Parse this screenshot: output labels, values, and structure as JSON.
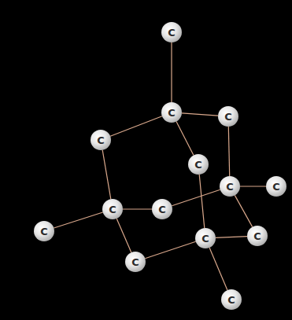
{
  "diagram": {
    "nodes": [
      {
        "text": [
          "C"
        ]
      },
      {
        "text": [
          "C"
        ]
      },
      {
        "text": [
          "C"
        ]
      },
      {
        "text": [
          "C"
        ]
      },
      {
        "text": [
          "C"
        ]
      },
      {
        "text": [
          "C"
        ]
      },
      {
        "text": [
          "C"
        ]
      },
      {
        "text": [
          "C"
        ]
      },
      {
        "text": [
          "C"
        ]
      },
      {
        "text": [
          "C"
        ]
      },
      {
        "text": [
          "C"
        ]
      },
      {
        "text": [
          "C"
        ]
      },
      {
        "text": [
          "C"
        ]
      },
      {
        "text": [
          "C"
        ]
      }
    ],
    "edges": [
      {
        "from": 0,
        "to": 1,
        "arrow": "none"
      },
      {
        "from": 1,
        "to": 2,
        "arrow": "none"
      },
      {
        "from": 1,
        "to": 3,
        "arrow": "none"
      },
      {
        "from": 1,
        "to": 4,
        "arrow": "none"
      },
      {
        "from": 2,
        "to": 5,
        "arrow": "none"
      },
      {
        "from": 5,
        "to": 6,
        "arrow": "none"
      },
      {
        "from": 3,
        "to": 7,
        "arrow": "none"
      },
      {
        "from": 7,
        "to": 8,
        "arrow": "none"
      },
      {
        "from": 8,
        "to": 5,
        "arrow": "none"
      },
      {
        "from": 7,
        "to": 9,
        "arrow": "none"
      },
      {
        "from": 7,
        "to": 12,
        "arrow": "none"
      },
      {
        "from": 12,
        "to": 10,
        "arrow": "none"
      },
      {
        "from": 4,
        "to": 10,
        "arrow": "none"
      },
      {
        "from": 10,
        "to": 11,
        "arrow": "none"
      },
      {
        "from": 11,
        "to": 5,
        "arrow": "none"
      },
      {
        "from": 10,
        "to": 13,
        "arrow": "none"
      }
    ]
  }
}
